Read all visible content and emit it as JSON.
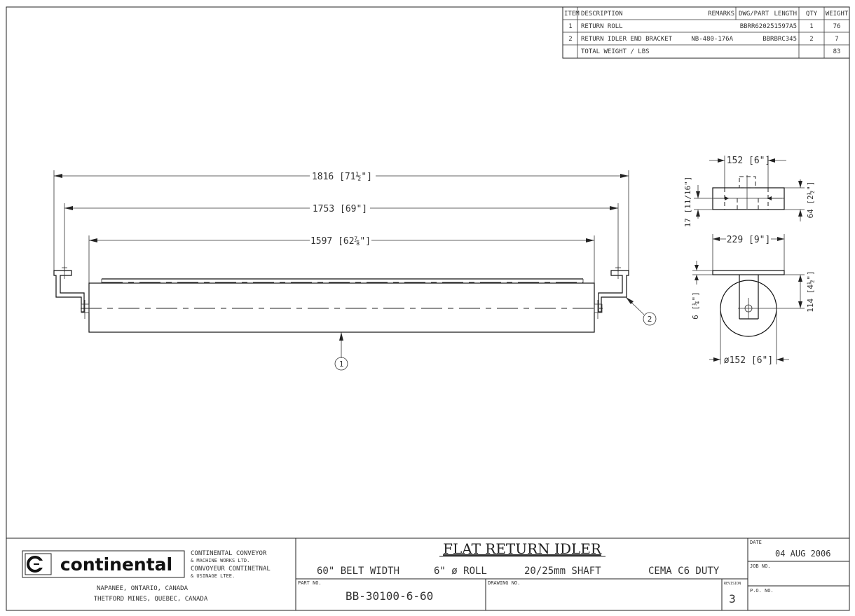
{
  "bom": {
    "headers": [
      "ITEM",
      "DESCRIPTION",
      "REMARKS",
      "DWG/PART",
      "LENGTH",
      "QTY",
      "WEIGHT"
    ],
    "rows": [
      {
        "item": "1",
        "description": "RETURN ROLL",
        "remarks": "",
        "part": "BBRR620251597A5",
        "qty": "1",
        "weight": "76"
      },
      {
        "item": "2",
        "description": "RETURN IDLER END BRACKET",
        "remarks": "NB-480-176A",
        "part": "BBRBRC345",
        "qty": "2",
        "weight": "7"
      }
    ],
    "total_label": "TOTAL WEIGHT / LBS",
    "total_weight": "83"
  },
  "front_view": {
    "dim_overall": "1816",
    "dim_overall_in": "[71½\"]",
    "dim_mount": "1753",
    "dim_mount_in": "[69\"]",
    "dim_roll": "1597",
    "dim_roll_in": "[62⅞\"]",
    "balloon_roll": "1",
    "balloon_bracket": "2"
  },
  "top_view": {
    "dim_width": "152 [6\"]",
    "dim_thick": "17 [11/16\"]",
    "dim_height": "64 [2½\"]"
  },
  "side_view": {
    "dim_base": "229 [9\"]",
    "dim_plate": "6 [¼\"]",
    "dim_rise": "114 [4½\"]",
    "dim_dia": "ø152 [6\"]"
  },
  "title_block": {
    "company_name": "continental",
    "company_line1": "CONTINENTAL CONVEYOR",
    "company_line2": "& MACHINE WORKS LTD.",
    "company_line3": "CONVOYEUR CONTINETNAL",
    "company_line4": "& USINAGE LTEE.",
    "address_line1": "NAPANEE, ONTARIO, CANADA",
    "address_line2": "THETFORD MINES, QUEBEC, CANADA",
    "title": "FLAT RETURN IDLER",
    "spec_belt": "60\" BELT WIDTH",
    "spec_roll": "6\" ø ROLL",
    "spec_shaft": "20/25mm SHAFT",
    "spec_duty": "CEMA C6 DUTY",
    "part_no_label": "PART NO.",
    "part_no": "BB-30100-6-60",
    "drawing_no_label": "DRAWING NO.",
    "drawing_no": "",
    "revision_label": "REVISION",
    "revision": "3",
    "date_label": "DATE",
    "date": "04 AUG 2006",
    "job_no_label": "JOB NO.",
    "job_no": "",
    "po_no_label": "P.O. NO.",
    "po_no": ""
  }
}
